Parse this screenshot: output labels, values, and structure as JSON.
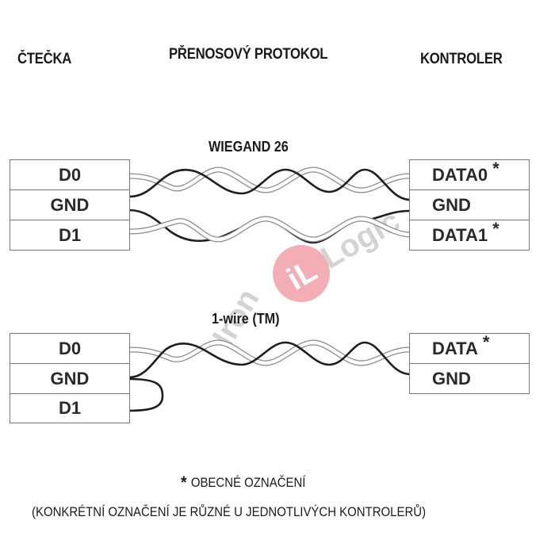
{
  "headers": {
    "reader": "ČTEČKA",
    "protocol": "PŘENOSOVÝ PROTOKOL",
    "controller": "KONTROLER"
  },
  "wiegand": {
    "title": "WIEGAND 26",
    "reader_pins": [
      "D0",
      "GND",
      "D1"
    ],
    "controller_pins": [
      {
        "label": "DATA0",
        "note": "*"
      },
      {
        "label": "GND",
        "note": ""
      },
      {
        "label": "DATA1",
        "note": "*"
      }
    ],
    "connections": [
      {
        "from": "D0",
        "to": "DATA0"
      },
      {
        "from": "GND",
        "to": "GND"
      },
      {
        "from": "D1",
        "to": "DATA1"
      }
    ]
  },
  "onewire": {
    "title": "1-wire (TM)",
    "reader_pins": [
      "D0",
      "GND",
      "D1"
    ],
    "controller_pins": [
      {
        "label": "DATA",
        "note": "*"
      },
      {
        "label": "GND",
        "note": ""
      }
    ],
    "connections": [
      {
        "from": "D0",
        "to": "DATA"
      },
      {
        "from": "GND",
        "to": "GND"
      },
      {
        "from": "GND",
        "to": "D1",
        "type": "jumper"
      }
    ]
  },
  "footnote": {
    "star": "*",
    "line1": "OBECNÉ OZNAČENÍ",
    "line2": "(KONKRÉTNÍ OZNAČENÍ JE RŮZNÉ U JEDNOTLIVÝCH KONTROLERŮ)"
  },
  "watermark": {
    "badge": "iL",
    "text_left": "Iron",
    "text_right": "Logic",
    "badge_color": "#f2a5ad",
    "text_color": "#c8c8c8"
  },
  "colors": {
    "wire_dark": "#1e1e1e",
    "wire_light_outline": "#8a8a8a",
    "box_border": "#777777"
  }
}
